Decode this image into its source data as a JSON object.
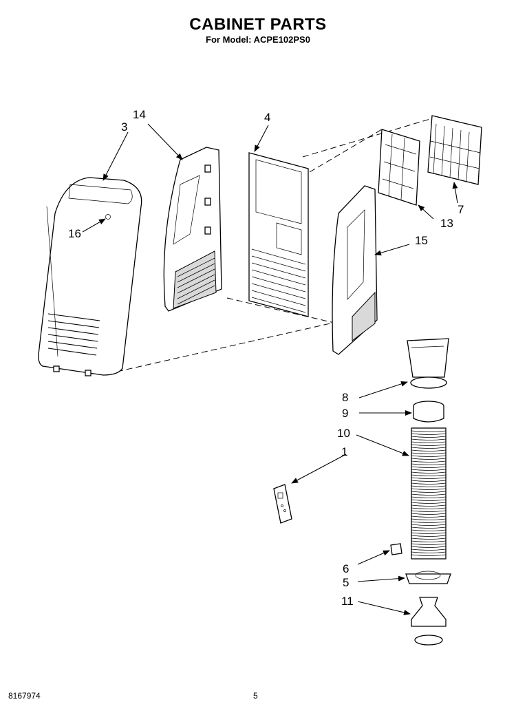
{
  "header": {
    "title": "CABINET PARTS",
    "subtitle": "For Model: ACPE102PS0"
  },
  "footer": {
    "doc_number": "8167974",
    "page_number": "5"
  },
  "callouts": {
    "c1": "1",
    "c3": "3",
    "c4": "4",
    "c5": "5",
    "c6": "6",
    "c7": "7",
    "c8": "8",
    "c9": "9",
    "c10": "10",
    "c11": "11",
    "c13": "13",
    "c14": "14",
    "c15": "15",
    "c16": "16"
  }
}
